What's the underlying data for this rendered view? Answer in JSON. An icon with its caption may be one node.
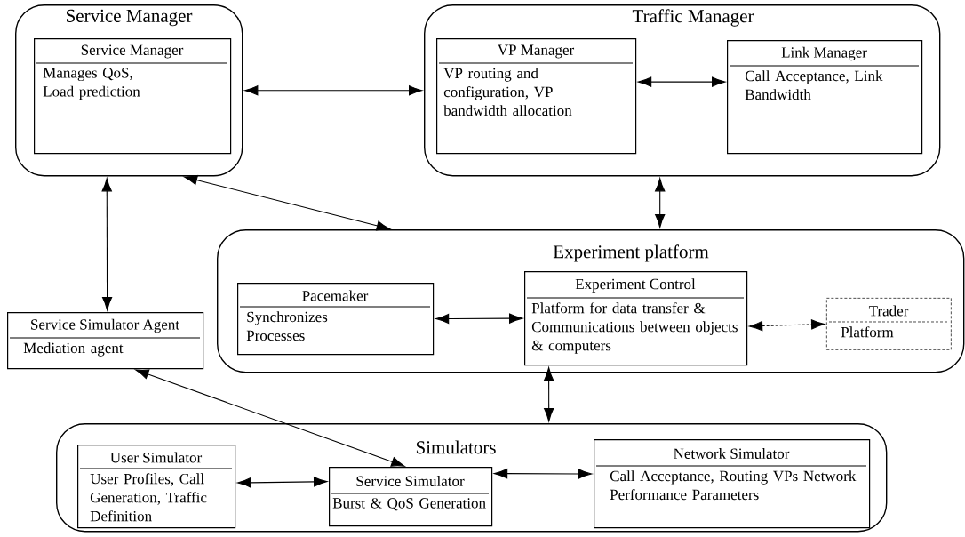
{
  "diagram": {
    "nodes": [
      {
        "text": [
          "Service Manager"
        ]
      },
      {
        "text": [
          "Service Manager",
          "Manages QoS, Load prediction"
        ],
        "in": 0
      },
      {
        "text": [
          "Traffic Manager"
        ]
      },
      {
        "text": [
          "VP Manager",
          "VP routing and configuration, VP bandwidth allocation"
        ],
        "in": 2
      },
      {
        "text": [
          "Link Manager",
          "Call Acceptance, Link Bandwidth"
        ],
        "in": 2
      },
      {
        "text": [
          "Experiment platform"
        ]
      },
      {
        "text": [
          "Pacemaker",
          "Synchronizes Processes"
        ],
        "in": 5
      },
      {
        "text": [
          "Experiment Control",
          "Platform for data transfer & Communications between objects & computers"
        ],
        "in": 5
      },
      {
        "text": [
          "Trader",
          "Platform"
        ],
        "in": 5
      },
      {
        "text": [
          "Service Simulator Agent",
          "Mediation agent"
        ]
      },
      {
        "text": [
          "Simulators"
        ]
      },
      {
        "text": [
          "User Simulator",
          "User Profiles, Call Generation, Traffic Definition"
        ],
        "in": 10
      },
      {
        "text": [
          "Service Simulator",
          "Burst & QoS Generation"
        ],
        "in": 10
      },
      {
        "text": [
          "Network Simulator",
          "Call Acceptance, Routing VPs Network Performance Parameters"
        ],
        "in": 10
      }
    ],
    "edges": [
      {
        "from": 0,
        "to": 2,
        "arrow": "both"
      },
      {
        "from": 3,
        "to": 4,
        "arrow": "both"
      },
      {
        "from": 2,
        "to": 5,
        "arrow": "both"
      },
      {
        "from": 0,
        "to": 5,
        "arrow": "both"
      },
      {
        "from": 0,
        "to": 9,
        "arrow": "both"
      },
      {
        "from": 6,
        "to": 7,
        "arrow": "both"
      },
      {
        "from": 7,
        "to": 8,
        "arrow": "both",
        "style": "dashed"
      },
      {
        "from": 7,
        "to": 10,
        "arrow": "both"
      },
      {
        "from": 9,
        "to": 12,
        "arrow": "both"
      },
      {
        "from": 11,
        "to": 12,
        "arrow": "both"
      },
      {
        "from": 12,
        "to": 13,
        "arrow": "both"
      }
    ]
  }
}
